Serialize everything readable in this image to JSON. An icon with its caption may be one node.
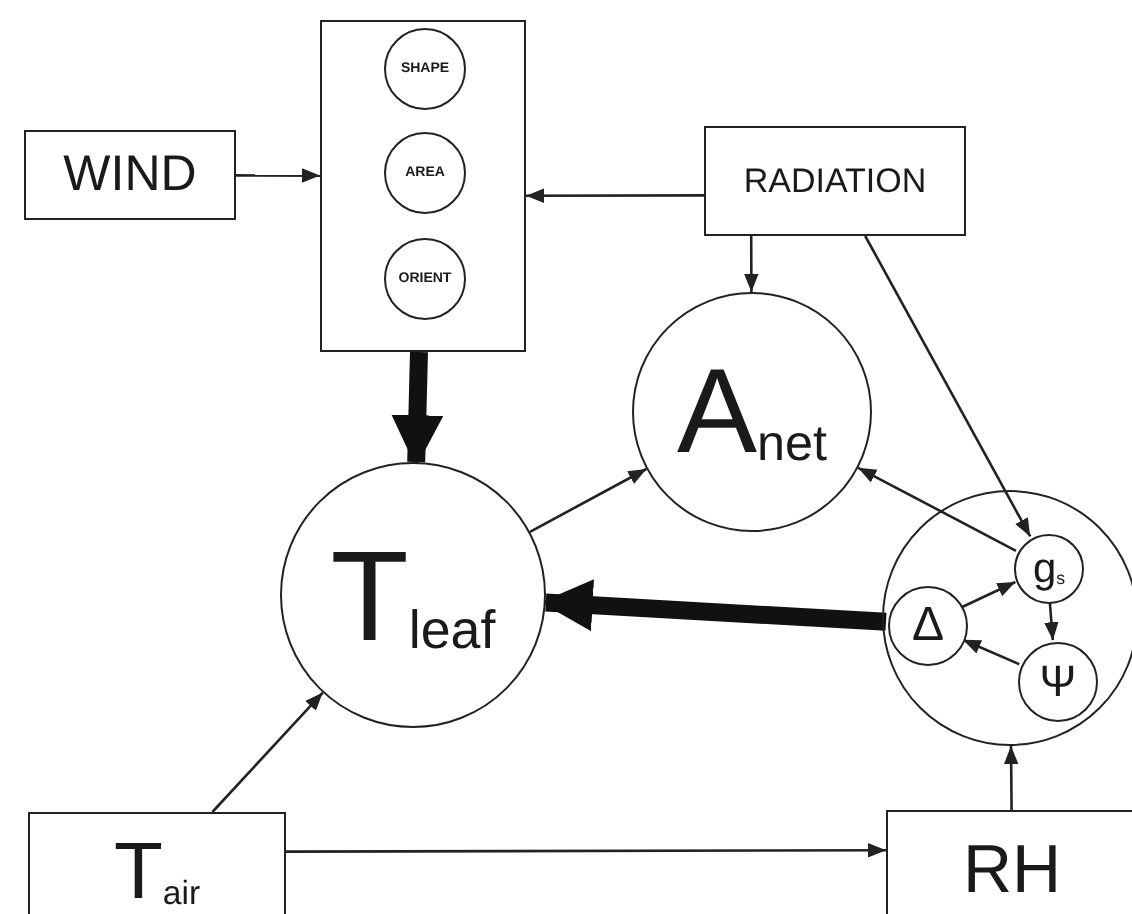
{
  "diagram": {
    "nodes": [
      {
        "text": [],
        "shape": "box"
      },
      {
        "text": [
          "SHAPE"
        ],
        "in": 0
      },
      {
        "text": [
          "AREA"
        ],
        "in": 0
      },
      {
        "text": [
          "ORIENT"
        ],
        "in": 0
      },
      {
        "text": [
          "WIND"
        ]
      },
      {
        "text": [
          "RADIATION"
        ]
      },
      {
        "text": [
          "A$_{net}$"
        ]
      },
      {
        "text": [
          "T$_{leaf}$"
        ]
      },
      {
        "text": [],
        "shape": "circle"
      },
      {
        "text": [
          "g$_{s}$"
        ],
        "in": 8
      },
      {
        "text": [
          "Δ"
        ],
        "in": 8
      },
      {
        "text": [
          "Ψ"
        ],
        "in": 8
      },
      {
        "text": [
          "T$_{air}$"
        ]
      },
      {
        "text": [
          "RH"
        ]
      }
    ],
    "edges": [
      {
        "from": 4,
        "to": 0,
        "arrow": "to"
      },
      {
        "from": 5,
        "to": 0,
        "arrow": "to"
      },
      {
        "from": 5,
        "to": 6,
        "arrow": "to"
      },
      {
        "from": 5,
        "to": 9,
        "arrow": "to"
      },
      {
        "from": 0,
        "to": 7,
        "arrow": "to",
        "style": "thick"
      },
      {
        "from": 10,
        "to": 7,
        "arrow": "to",
        "style": "thick"
      },
      {
        "from": 7,
        "to": 6,
        "arrow": "to"
      },
      {
        "from": 9,
        "to": 6,
        "arrow": "to"
      },
      {
        "from": 10,
        "to": 9,
        "arrow": "to"
      },
      {
        "from": 9,
        "to": 11,
        "arrow": "to"
      },
      {
        "from": 11,
        "to": 10,
        "arrow": "to"
      },
      {
        "from": 12,
        "to": 7,
        "arrow": "to"
      },
      {
        "from": 12,
        "to": 13,
        "arrow": "to"
      },
      {
        "from": 13,
        "to": 8,
        "arrow": "to"
      }
    ]
  }
}
